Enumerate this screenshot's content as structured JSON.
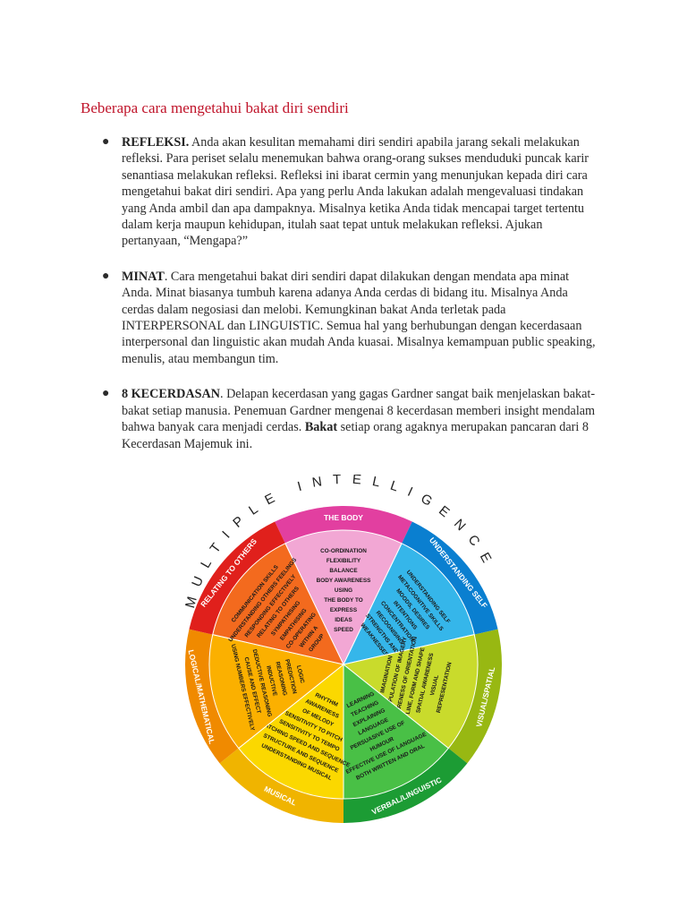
{
  "title": "Beberapa cara mengetahui bakat diri sendiri",
  "items": [
    {
      "heading": "REFLEKSI.",
      "text": " Anda akan kesulitan memahami diri sendiri apabila jarang sekali melakukan refleksi. Para periset selalu menemukan bahwa orang-orang sukses menduduki puncak karir senantiasa melakukan refleksi. Refleksi ini ibarat cermin yang menunjukan kepada diri cara mengetahui bakat diri sendiri. Apa yang perlu Anda lakukan adalah mengevaluasi tindakan yang Anda ambil dan apa dampaknya. Misalnya ketika Anda tidak mencapai target tertentu dalam kerja maupun kehidupan, itulah saat tepat untuk melakukan refleksi. Ajukan pertanyaan, “Mengapa?”"
    },
    {
      "heading": "MINAT",
      "text": ". Cara mengetahui bakat diri sendiri dapat dilakukan dengan mendata apa minat Anda. Minat biasanya tumbuh karena adanya Anda cerdas di bidang itu. Misalnya Anda cerdas dalam negosiasi dan melobi. Kemungkinan bakat Anda terletak pada INTERPERSONAL dan LINGUISTIC. Semua hal yang berhubungan dengan kecerdasaan interpersonal dan linguistic akan mudah Anda kuasai. Misalnya kemampuan public speaking, menulis, atau membangun tim."
    },
    {
      "heading": "8 KECERDASAN",
      "text": ". Delapan kecerdasan yang gagas Gardner sangat baik menjelaskan bakat-bakat setiap manusia. Penemuan Gardner mengenai 8 kecerdasan memberi insight mendalam bahwa banyak cara menjadi cerdas. ",
      "bold_inline": "Bakat",
      "text_after": " setiap orang agaknya merupakan pancaran dari 8 Kecerdasan Majemuk ini."
    }
  ],
  "wheel": {
    "arc_title": "MULTIPLE INTELLIGENCE",
    "segments": [
      {
        "name": "THE BODY",
        "color": "#e23fa0",
        "fill": "#f2a7d4",
        "lines": [
          "CO-ORDINATION",
          "FLEXIBILITY",
          "BALANCE",
          "BODY AWARENESS",
          "USING",
          "THE BODY TO",
          "EXPRESS",
          "IDEAS",
          "SPEED"
        ]
      },
      {
        "name": "UNDERSTANDING SELF",
        "color": "#0a7fd0",
        "fill": "#35b6ea",
        "lines": [
          "UNDERSTANDING SELF",
          "METACOGNITIVE SKILLS",
          "MOODS, DESIRES",
          "INTENTIONS",
          "CONCENTRATION",
          "RECOGNISING",
          "STRENGTHS AND",
          "WEAKNESSES"
        ]
      },
      {
        "name": "VISUAL/SPATIAL",
        "color": "#98b812",
        "fill": "#c9db2c",
        "lines": [
          "IMAGINATION",
          "MANIPULATION OF IMAGERY",
          "AWARENESS OF ORIENTATION",
          "LINE, FORM AND SHAPE",
          "SPATIAL AWARENESS",
          "VISUAL",
          "REPRESENTATION"
        ]
      },
      {
        "name": "VERBAL/LINGUISTIC",
        "color": "#1c9c34",
        "fill": "#49c046",
        "lines": [
          "LEARNING",
          "TEACHING",
          "EXPLAINING",
          "LANGUAGE",
          "PERSUASIVE USE OF",
          "HUMOUR",
          "EFFECTIVE USE OF LANGUAGE",
          "BOTH WRITTEN AND ORAL"
        ]
      },
      {
        "name": "MUSICAL",
        "color": "#f0b400",
        "fill": "#fbd800",
        "lines": [
          "RHYTHM",
          "AWARENESS",
          "OF MELODY",
          "SENSITIVITY TO PITCH",
          "SENSITIVITY TO TEMPO",
          "MATCHING SPEED AND SEQUENCE",
          "STRUCTURE AND SEQUENCE",
          "UNDERSTANDING MUSICAL"
        ]
      },
      {
        "name": "LOGICAL/MATHEMATICAL",
        "color": "#f08a00",
        "fill": "#fbb000",
        "lines": [
          "LOGIC",
          "PREDICTION",
          "REASONING",
          "INDUCTIVE",
          "DEDUCTIVE REASONING",
          "CAUSE AND EFFECT",
          "USING NUMBERS EFFECTIVELY"
        ]
      },
      {
        "name": "RELATING TO OTHERS",
        "color": "#e0201c",
        "fill": "#f36a1e",
        "lines": [
          "COMMUNICATION SKILLS",
          "UNDERSTANDING OTHERS FEELINGS",
          "RESPONDING EFFECTIVELY",
          "RELATING TO OTHERS",
          "SYMPATHISING",
          "EMPATHISING",
          "CO-OPERATING",
          "WITHIN A",
          "GROUP"
        ]
      }
    ]
  }
}
